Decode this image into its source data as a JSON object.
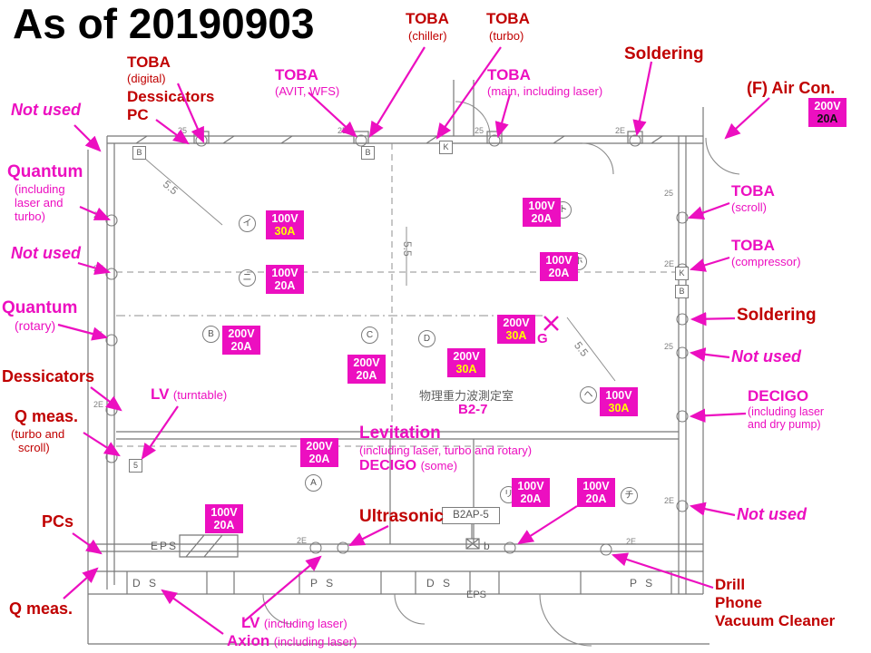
{
  "title": "As of 20190903",
  "colors": {
    "magenta": "#EC0FC0",
    "dark_red": "#C00000",
    "amp_yellow": "#FFFF00",
    "background": "#FFFFFF",
    "plan_gray": "#787878"
  },
  "annotations": {
    "toba_chiller": {
      "title": "TOBA",
      "sub": "(chiller)"
    },
    "toba_turbo": {
      "title": "TOBA",
      "sub": "(turbo)"
    },
    "soldering_top": {
      "text": "Soldering"
    },
    "toba_digital": {
      "title": "TOBA",
      "sub": "(digital)"
    },
    "dessicators_pc": {
      "line1": "Dessicators",
      "line2": "PC"
    },
    "toba_avit": {
      "title": "TOBA",
      "sub": "(AVIT, WFS)"
    },
    "toba_main": {
      "title": "TOBA",
      "sub": "(main, including laser)"
    },
    "f_aircon": {
      "text": "(F) Air Con."
    },
    "not_used_1": {
      "text": "Not used"
    },
    "quantum_turbo": {
      "title": "Quantum",
      "sub1": "(including",
      "sub2": "laser and",
      "sub3": "turbo)"
    },
    "not_used_2": {
      "text": "Not used"
    },
    "quantum_rotary": {
      "title": "Quantum",
      "sub": "(rotary)"
    },
    "dessicators_left": {
      "text": "Dessicators"
    },
    "lv_turntable": {
      "title": "LV",
      "sub": "(turntable)"
    },
    "q_meas_1": {
      "title": "Q meas.",
      "sub1": "(turbo and",
      "sub2": "scroll)"
    },
    "pcs": {
      "text": "PCs"
    },
    "q_meas_2": {
      "text": "Q meas."
    },
    "toba_scroll": {
      "title": "TOBA",
      "sub": "(scroll)"
    },
    "toba_compressor": {
      "title": "TOBA",
      "sub": "(compressor)"
    },
    "soldering_right": {
      "text": "Soldering"
    },
    "not_used_3": {
      "text": "Not used"
    },
    "decigo_right": {
      "title": "DECIGO",
      "sub1": "(including laser",
      "sub2": "and dry pump)"
    },
    "not_used_4": {
      "text": "Not used"
    },
    "drill": {
      "line1": "Drill",
      "line2": "Phone",
      "line3": "Vacuum Cleaner"
    },
    "levitation": {
      "title": "Levitation",
      "sub": "(including laser, turbo and rotary)",
      "title2": "DECIGO",
      "sub2": "(some)"
    },
    "ultrasonic": {
      "text": "Ultrasonic"
    },
    "lv_laser": {
      "title": "LV",
      "sub": "(including laser)"
    },
    "axion": {
      "title": "Axion",
      "sub": "(including laser)"
    },
    "g_mark": {
      "text": "G"
    }
  },
  "power_tags": [
    {
      "voltage": "100V",
      "amps": "30A"
    },
    {
      "voltage": "100V",
      "amps": "20A"
    },
    {
      "voltage": "200V",
      "amps": "20A"
    },
    {
      "voltage": "200V",
      "amps": "20A"
    },
    {
      "voltage": "200V",
      "amps": "30A"
    },
    {
      "voltage": "200V",
      "amps": "30A"
    },
    {
      "voltage": "100V",
      "amps": "20A"
    },
    {
      "voltage": "100V",
      "amps": "20A"
    },
    {
      "voltage": "100V",
      "amps": "30A"
    },
    {
      "voltage": "200V",
      "amps": "20A"
    },
    {
      "voltage": "100V",
      "amps": "20A"
    },
    {
      "voltage": "100V",
      "amps": "20A"
    },
    {
      "voltage": "100V",
      "amps": "20A"
    },
    {
      "voltage": "200V",
      "amps": "20A"
    }
  ],
  "plan": {
    "room_name": "物理重力波測定室",
    "room_code": "B2-7",
    "panel": "B2AP-5",
    "panel_sub": "b",
    "eps_upper": "EPS",
    "eps_lower": "EPS",
    "ds1": "D S",
    "ps1": "P S",
    "ds2": "D S",
    "ps2": "P S",
    "dim": "5.5",
    "markers": {
      "m1": "イ",
      "m2": "ニ",
      "m3": "B",
      "m4": "C",
      "m5": "D",
      "m6": "ト",
      "m7": "ホ",
      "m8": "ヘ",
      "m9": "A",
      "m10": "リ",
      "m11": "チ"
    },
    "squares": {
      "s1": "B",
      "s2": "B",
      "s3": "K",
      "s4": "K",
      "s5": "B",
      "s6": "5"
    },
    "ticks": {
      "t1": "25",
      "t2": "2E",
      "t3": "25",
      "t4": "2E",
      "t5": "25",
      "t6": "2E",
      "t7": "25",
      "t8": "2E",
      "t9": "25",
      "t10": "2E",
      "t11": "25",
      "t12": "2E",
      "t13": "2E",
      "t14": "2E"
    }
  }
}
